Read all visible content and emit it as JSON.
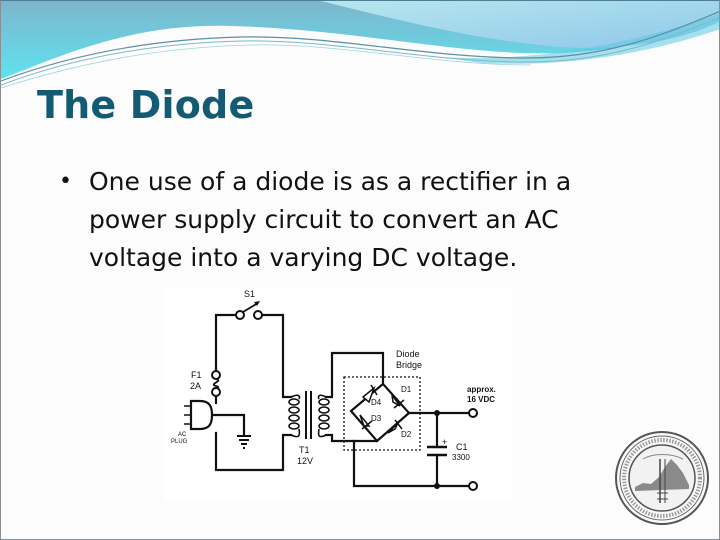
{
  "slide": {
    "title": "The Diode",
    "bullets": [
      {
        "marker": "•",
        "text": "One use of a diode is as a rectifier in a power supply circuit to convert an AC voltage into a varying DC voltage."
      }
    ]
  },
  "circuit_diagram": {
    "switch_label": "S1",
    "fuse_label": "F1",
    "fuse_rating": "2A",
    "plug_label_line1": "AC",
    "plug_label_line2": "PLUG",
    "transformer_label": "T1",
    "transformer_voltage": "12V",
    "bridge_label_line1": "Diode",
    "bridge_label_line2": "Bridge",
    "diodes": [
      "D1",
      "D2",
      "D3",
      "D4"
    ],
    "output_label_line1": "approx.",
    "output_label_line2": "16 VDC",
    "capacitor_polarity": "+",
    "capacitor_label": "C1",
    "capacitor_value": "3300"
  },
  "colors": {
    "title": "#135b73",
    "wave_dark": "#7fbfd4",
    "wave_light": "#a9dde8",
    "wave_cyan": "#6fe0ec"
  }
}
